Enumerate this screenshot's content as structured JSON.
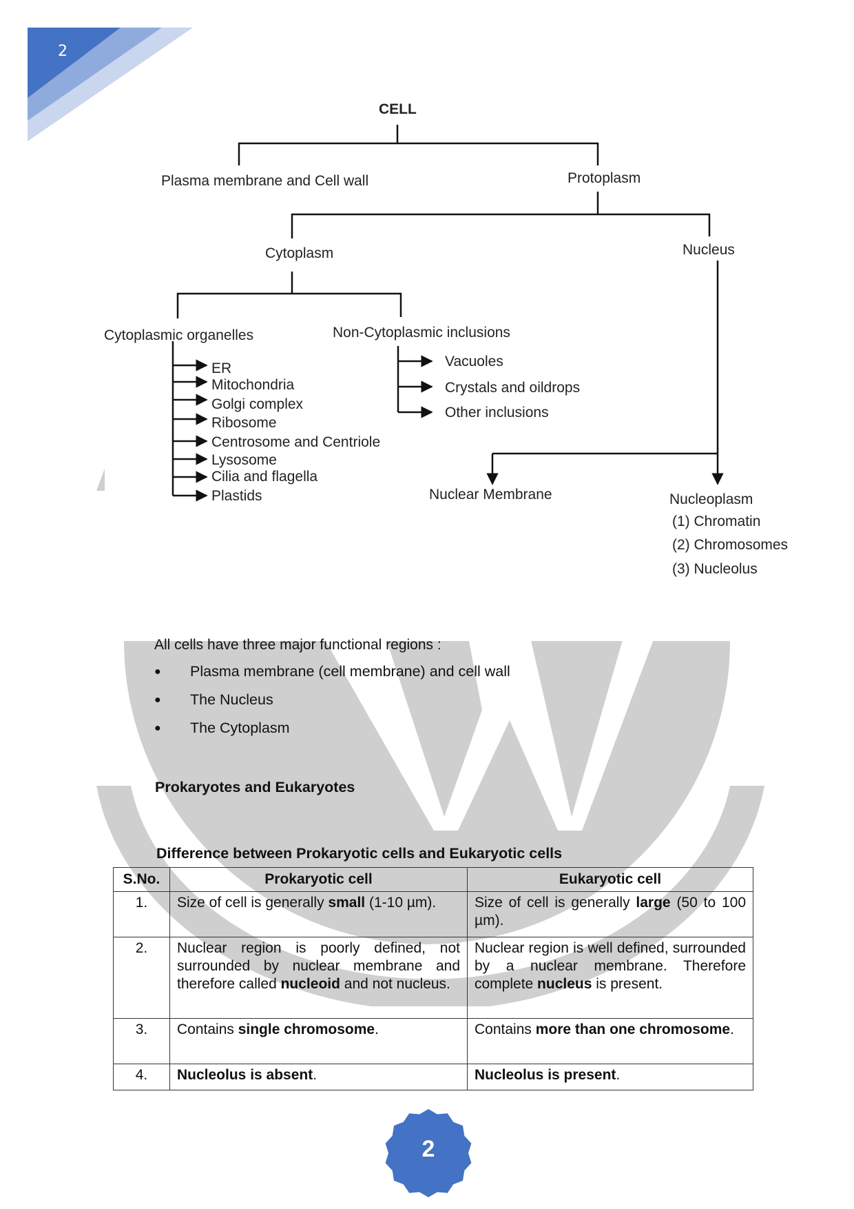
{
  "page": {
    "corner_page_number": "2",
    "footer_page_number": "2",
    "accent_color": "#4472c4",
    "watermark_color": "#cfcfcf",
    "watermark_icon": "w-logo-watermark"
  },
  "diagram": {
    "root": "CELL",
    "plasma": "Plasma membrane and Cell wall",
    "protoplasm": "Protoplasm",
    "cytoplasm": "Cytoplasm",
    "nucleus": "Nucleus",
    "organelles_title": "Cytoplasmic organelles",
    "organelles": [
      "ER",
      "Mitochondria",
      "Golgi complex",
      "Ribosome",
      "Centrosome and Centriole",
      "Lysosome",
      "Cilia and flagella",
      "Plastids"
    ],
    "inclusions_title": "Non-Cytoplasmic inclusions",
    "inclusions": [
      "Vacuoles",
      "Crystals and oildrops",
      "Other inclusions"
    ],
    "nuclear_membrane": "Nuclear Membrane",
    "nucleoplasm": "Nucleoplasm",
    "nucleoplasm_items": [
      "(1) Chromatin",
      "(2) Chromosomes",
      "(3) Nucleolus"
    ]
  },
  "text": {
    "intro": "All cells have three major functional regions :",
    "bullets": [
      "Plasma membrane (cell membrane) and cell wall",
      "The Nucleus",
      "The Cytoplasm"
    ],
    "heading1": "Prokaryotes and Eukaryotes",
    "heading2": "Difference between Prokaryotic cells and Eukaryotic cells"
  },
  "table": {
    "headers": [
      "S.No.",
      "Prokaryotic cell",
      "Eukaryotic cell"
    ],
    "rows": [
      {
        "sno": "1.",
        "pro": [
          "Size of cell is generally ",
          "small",
          " (1-10 µm)."
        ],
        "eu": [
          "Size of cell is generally ",
          "large",
          " (50 to 100 µm)."
        ]
      },
      {
        "sno": "2.",
        "pro": [
          "Nuclear region is poorly defined, not surrounded by nuclear membrane and therefore called ",
          "nucleoid",
          " and not nucleus."
        ],
        "eu": [
          "Nuclear region is well defined, surrounded by a nuclear membrane. Therefore complete ",
          "nucleus",
          " is present."
        ]
      },
      {
        "sno": "3.",
        "pro": [
          "Contains ",
          "single chromosome",
          "."
        ],
        "eu": [
          "Contains ",
          "more than one chromosome",
          "."
        ]
      },
      {
        "sno": "4.",
        "pro": [
          "",
          "Nucleolus is absent",
          "."
        ],
        "eu": [
          "",
          "Nucleolus is present",
          "."
        ]
      }
    ]
  }
}
